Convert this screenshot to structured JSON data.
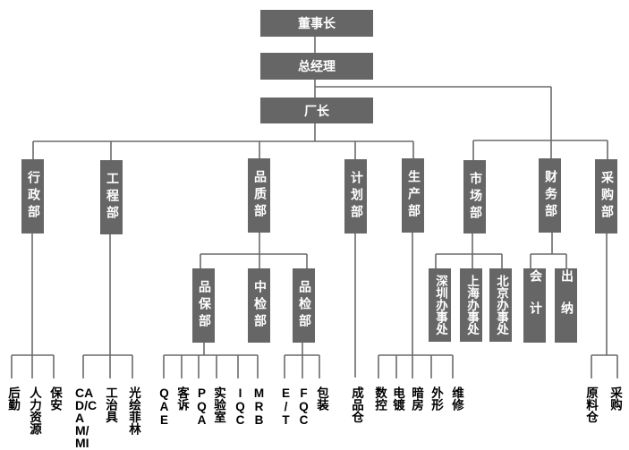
{
  "org": {
    "chairman": "董事长",
    "general_manager": "总经理",
    "factory_director": "厂长",
    "departments": [
      {
        "name": "行政部",
        "units": [
          "后勤",
          "人力资源",
          "保安"
        ]
      },
      {
        "name": "工程部",
        "units": [
          "CAD/CAM/MI",
          "工治具",
          "光绘菲林"
        ]
      },
      {
        "name": "品质部",
        "sub": [
          {
            "name": "品保部",
            "units": [
              "QAE",
              "客诉",
              "PQA",
              "实验室",
              "IQC",
              "MRB"
            ]
          },
          {
            "name": "中检部",
            "units": []
          },
          {
            "name": "品检部",
            "units": [
              "E/T",
              "FQC",
              "包装"
            ]
          }
        ]
      },
      {
        "name": "计划部",
        "units": [
          "成品仓"
        ]
      },
      {
        "name": "生产部",
        "units": [
          "数控",
          "电镀",
          "暗房",
          "外形",
          "维修"
        ]
      },
      {
        "name": "市场部",
        "sub": [
          {
            "name": "深圳办事处"
          },
          {
            "name": "上海办事处"
          },
          {
            "name": "北京办事处"
          }
        ]
      },
      {
        "name": "财务部",
        "sub": [
          {
            "name": "会计"
          },
          {
            "name": "出纳"
          }
        ]
      },
      {
        "name": "采购部",
        "units": [
          "原料仓",
          "采购"
        ]
      }
    ]
  },
  "colors": {
    "box_fill": "#666666",
    "box_text": "#ffffff",
    "connector": "#6a6a6a",
    "unit_text": "#000000"
  }
}
